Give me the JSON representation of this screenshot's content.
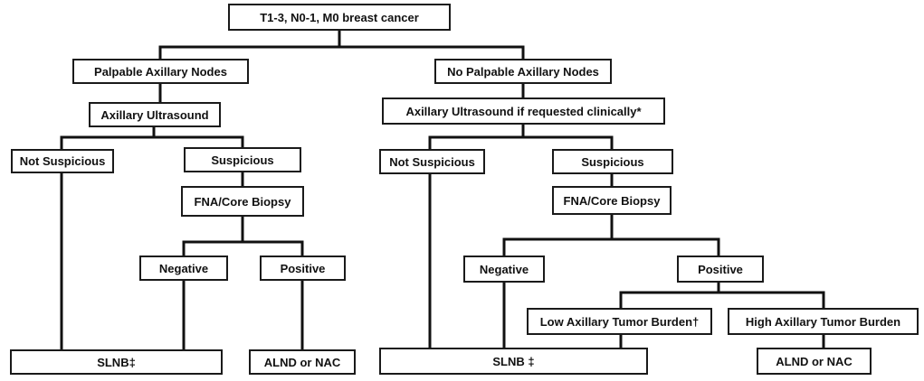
{
  "title": "T1-3, N0-1, M0 breast cancer",
  "left": {
    "branch": "Palpable Axillary Nodes",
    "ultrasound": "Axillary Ultrasound",
    "not_suspicious": "Not Suspicious",
    "suspicious": "Suspicious",
    "biopsy": "FNA/Core Biopsy",
    "negative": "Negative",
    "positive": "Positive",
    "slnb": "SLNB‡",
    "alnd": "ALND or NAC"
  },
  "right": {
    "branch": "No Palpable Axillary Nodes",
    "ultrasound": "Axillary Ultrasound if requested clinically*",
    "not_suspicious": "Not Suspicious",
    "suspicious": "Suspicious",
    "biopsy": "FNA/Core Biopsy",
    "negative": "Negative",
    "positive": "Positive",
    "low_burden": "Low Axillary Tumor Burden†",
    "high_burden": "High Axillary Tumor Burden",
    "slnb": "SLNB ‡",
    "alnd": "ALND or NAC"
  }
}
